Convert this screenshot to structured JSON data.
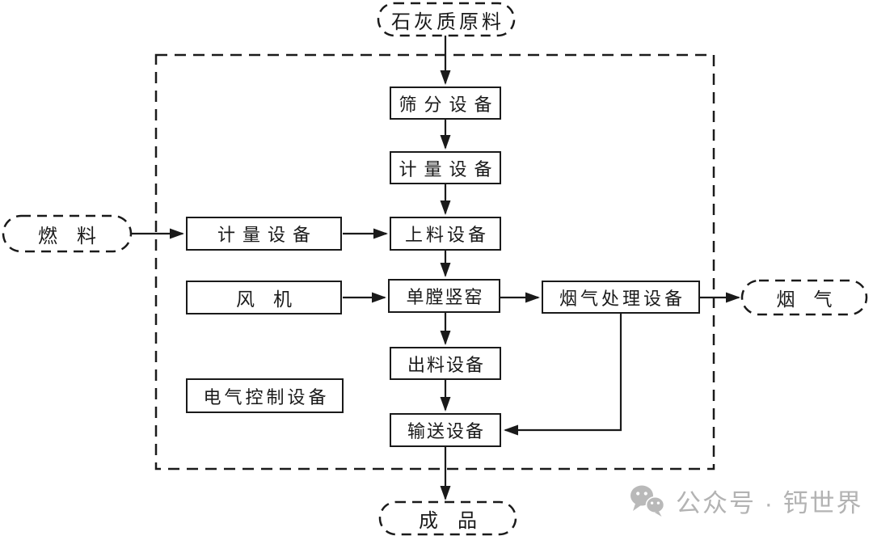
{
  "diagram": {
    "kind": "process-flow",
    "colors": {
      "line": "#1a1a1a",
      "background": "#ffffff",
      "watermark": "#b3b3b3"
    },
    "nodes": {
      "limestone": {
        "label": "石灰质原料",
        "shape": "stadium-dashed"
      },
      "screening": {
        "label": "筛分设备",
        "shape": "rect"
      },
      "metering_center": {
        "label": "计量设备",
        "shape": "rect"
      },
      "feeding": {
        "label": "上料设备",
        "shape": "rect"
      },
      "kiln": {
        "label": "单膛竖窑",
        "shape": "rect"
      },
      "discharge": {
        "label": "出料设备",
        "shape": "rect"
      },
      "conveying": {
        "label": "输送设备",
        "shape": "rect"
      },
      "fuel": {
        "label": "燃　料",
        "shape": "stadium-dashed"
      },
      "metering_left": {
        "label": "计量设备",
        "shape": "rect"
      },
      "fan": {
        "label": "风　机",
        "shape": "rect"
      },
      "electrical_control": {
        "label": "电气控制设备",
        "shape": "rect"
      },
      "flue_gas_treatment": {
        "label": "烟气处理设备",
        "shape": "rect"
      },
      "flue_gas": {
        "label": "烟　气",
        "shape": "stadium-dashed"
      },
      "product": {
        "label": "成　品",
        "shape": "stadium-dashed"
      }
    },
    "edges": [
      {
        "from": "limestone",
        "to": "screening"
      },
      {
        "from": "screening",
        "to": "metering_center"
      },
      {
        "from": "metering_center",
        "to": "feeding"
      },
      {
        "from": "fuel",
        "to": "metering_left"
      },
      {
        "from": "metering_left",
        "to": "feeding"
      },
      {
        "from": "feeding",
        "to": "kiln"
      },
      {
        "from": "fan",
        "to": "kiln"
      },
      {
        "from": "kiln",
        "to": "flue_gas_treatment"
      },
      {
        "from": "flue_gas_treatment",
        "to": "flue_gas"
      },
      {
        "from": "flue_gas_treatment",
        "to": "conveying"
      },
      {
        "from": "kiln",
        "to": "discharge"
      },
      {
        "from": "discharge",
        "to": "conveying"
      },
      {
        "from": "conveying",
        "to": "product"
      }
    ]
  },
  "watermark": {
    "text": "公众号 · 钙世界",
    "icon": "wechat-official-account-icon"
  }
}
